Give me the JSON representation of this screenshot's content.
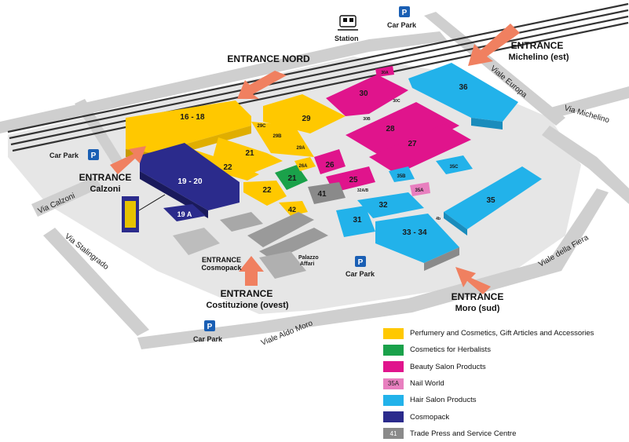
{
  "colors": {
    "yellow": "#ffc800",
    "green": "#1aa14a",
    "magenta": "#e0148c",
    "pink": "#e87fbf",
    "cyan": "#22b2ea",
    "navy": "#2b2b8c",
    "gray": "#8a8a8a",
    "ground": "#d9d9d9",
    "road": "#c8c8c8",
    "arrow": "#f08060"
  },
  "entrances": {
    "nord": "ENTRANCE NORD",
    "michelino_1": "ENTRANCE",
    "michelino_2": "Michelino (est)",
    "calzoni_1": "ENTRANCE",
    "calzoni_2": "Calzoni",
    "cosmopack_1": "ENTRANCE",
    "cosmopack_2": "Cosmopack",
    "costituzione_1": "ENTRANCE",
    "costituzione_2": "Costituzione (ovest)",
    "moro_1": "ENTRANCE",
    "moro_2": "Moro (sud)"
  },
  "places": {
    "station": "Station",
    "carpark": "Car Park",
    "parking_symbol": "P",
    "palazzo_1": "Palazzo",
    "palazzo_2": "Affari"
  },
  "streets": {
    "calzoni": "Via Calzoni",
    "stalingrado": "Via Stalingrado",
    "aido_moro": "Viale Aldo Moro",
    "europa": "Viale Europa",
    "michelino": "Via Michelino",
    "fiera": "Viale della Fiera"
  },
  "halls": {
    "h16_18": "16 - 18",
    "h21": "21",
    "h22a": "22",
    "h22b": "22",
    "h42": "42",
    "h21g": "21",
    "h26a": "26A",
    "h29": "29",
    "h29c": "29C",
    "h29b": "29B",
    "h29a": "29A",
    "h30": "30",
    "h30a": "30A",
    "h30b": "30B",
    "h30c": "30C",
    "h28": "28",
    "h27": "27",
    "h26": "26",
    "h25": "25",
    "h19_20": "19 - 20",
    "h19a": "19 A",
    "h41": "41",
    "h32a": "32A/B",
    "h32": "32",
    "h31": "31",
    "h33_34": "33 - 34",
    "h35b": "35B",
    "h35a": "35A",
    "h35c": "35C",
    "h35": "35",
    "h36": "36",
    "h4b": "4b"
  },
  "legend": [
    {
      "label": "Perfumery and Cosmetics, Gift Articles and Accessories",
      "color": "#ffc800",
      "text": ""
    },
    {
      "label": "Cosmetics for Herbalists",
      "color": "#1aa14a",
      "text": ""
    },
    {
      "label": "Beauty Salon Products",
      "color": "#e0148c",
      "text": ""
    },
    {
      "label": "Nail World",
      "color": "#e87fbf",
      "text": "35A"
    },
    {
      "label": "Hair Salon Products",
      "color": "#22b2ea",
      "text": ""
    },
    {
      "label": "Cosmopack",
      "color": "#2b2b8c",
      "text": ""
    },
    {
      "label": "Trade Press and Service Centre",
      "color": "#8a8a8a",
      "text": "41"
    }
  ]
}
